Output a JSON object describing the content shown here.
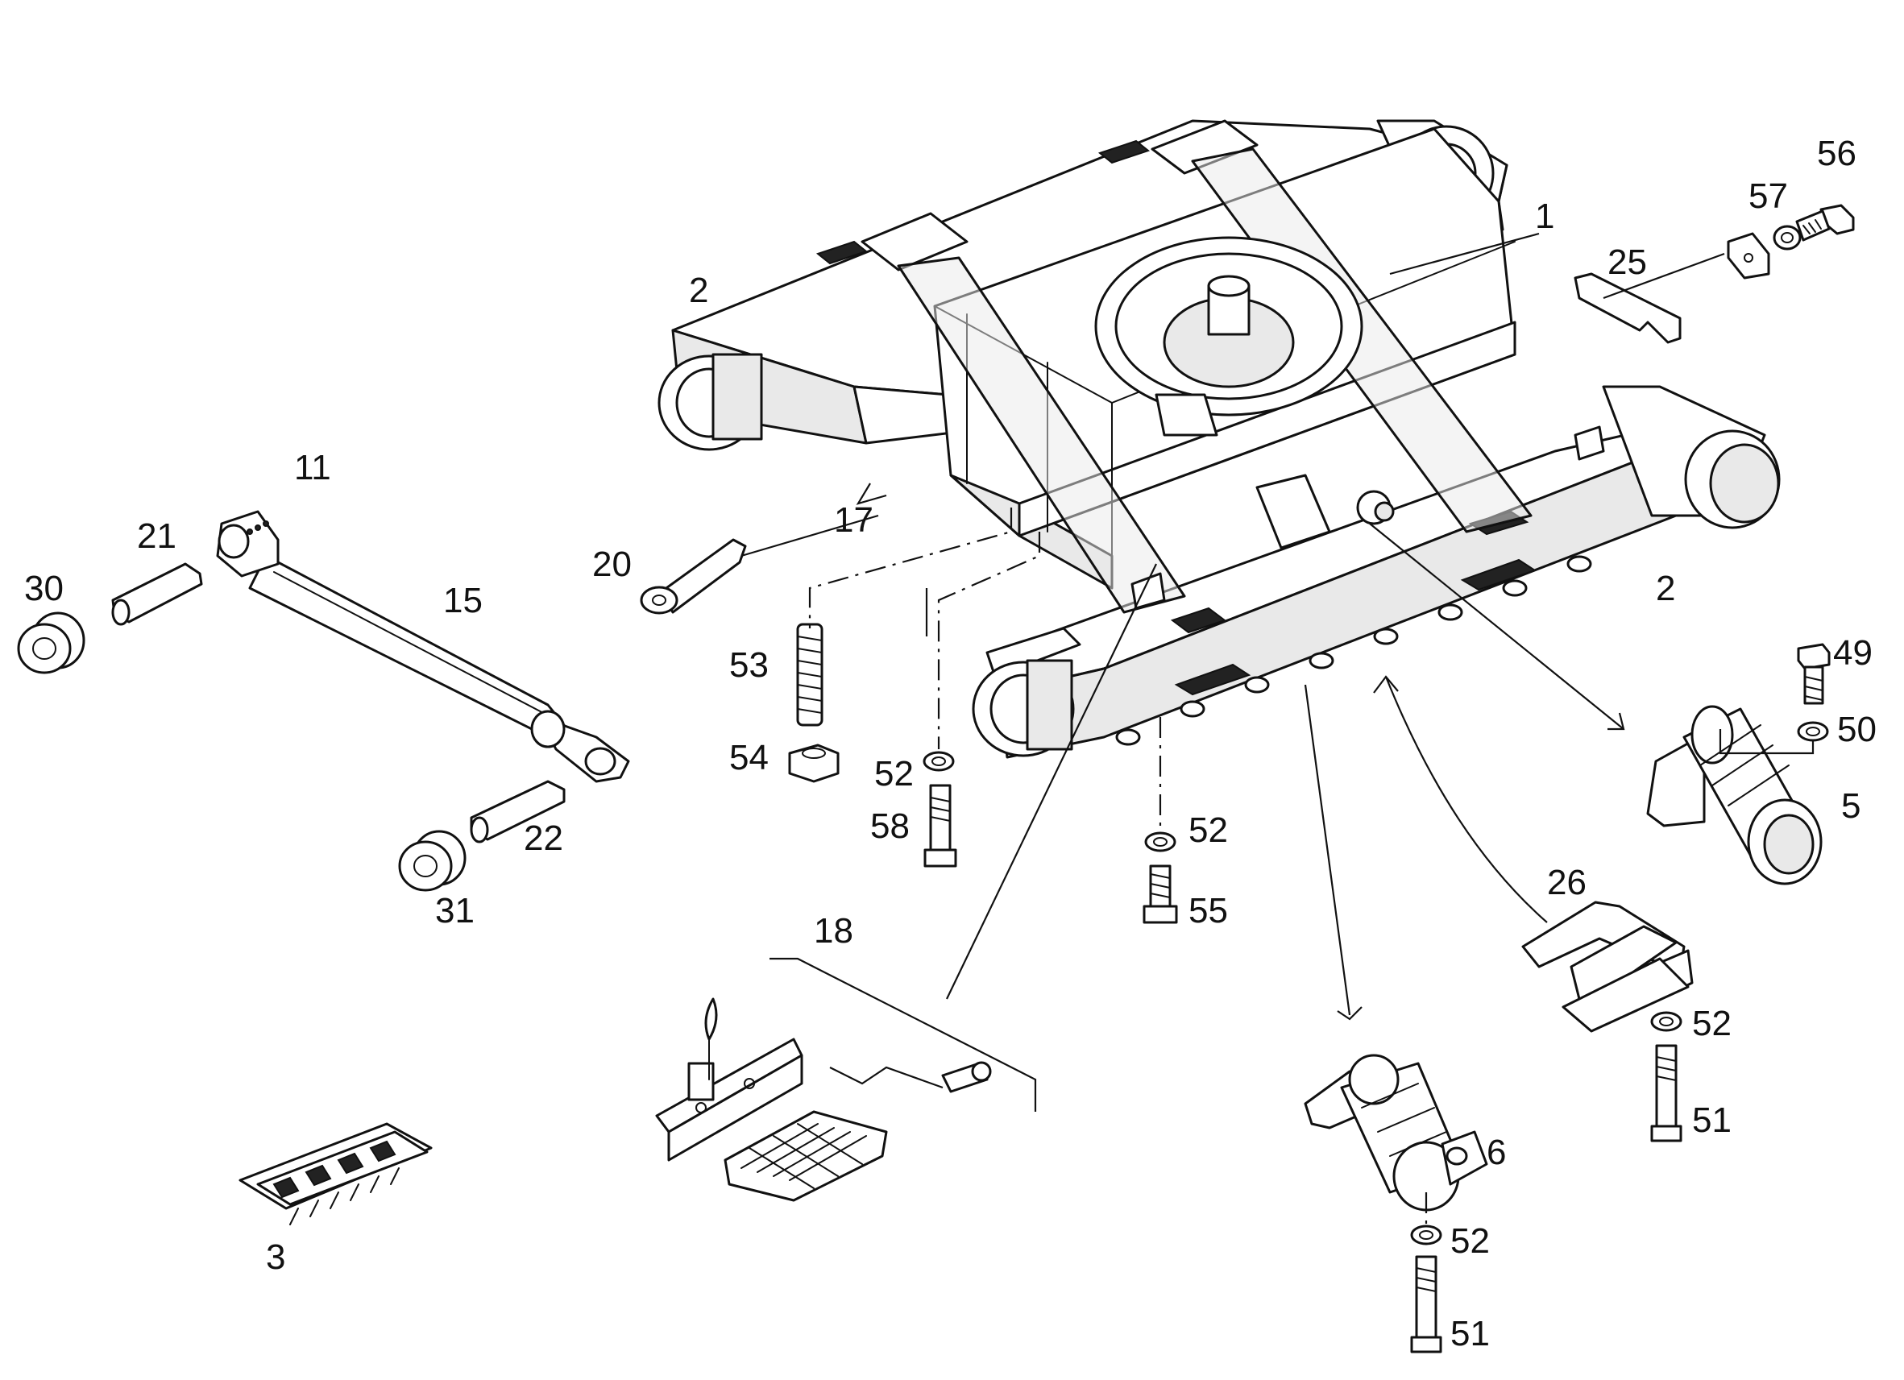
{
  "callouts": [
    {
      "id": "c1",
      "text": "1"
    },
    {
      "id": "c2a",
      "text": "2"
    },
    {
      "id": "c2b",
      "text": "2"
    },
    {
      "id": "c3",
      "text": "3"
    },
    {
      "id": "c5",
      "text": "5"
    },
    {
      "id": "c6",
      "text": "6"
    },
    {
      "id": "c11",
      "text": "11"
    },
    {
      "id": "c15",
      "text": "15"
    },
    {
      "id": "c17",
      "text": "17"
    },
    {
      "id": "c18",
      "text": "18"
    },
    {
      "id": "c20",
      "text": "20"
    },
    {
      "id": "c21",
      "text": "21"
    },
    {
      "id": "c22",
      "text": "22"
    },
    {
      "id": "c25",
      "text": "25"
    },
    {
      "id": "c26",
      "text": "26"
    },
    {
      "id": "c30",
      "text": "30"
    },
    {
      "id": "c31",
      "text": "31"
    },
    {
      "id": "c49",
      "text": "49"
    },
    {
      "id": "c50",
      "text": "50"
    },
    {
      "id": "c51a",
      "text": "51"
    },
    {
      "id": "c51b",
      "text": "51"
    },
    {
      "id": "c52a",
      "text": "52"
    },
    {
      "id": "c52b",
      "text": "52"
    },
    {
      "id": "c52c",
      "text": "52"
    },
    {
      "id": "c52d",
      "text": "52"
    },
    {
      "id": "c53",
      "text": "53"
    },
    {
      "id": "c54",
      "text": "54"
    },
    {
      "id": "c55",
      "text": "55"
    },
    {
      "id": "c56",
      "text": "56"
    },
    {
      "id": "c57",
      "text": "57"
    },
    {
      "id": "c58",
      "text": "58"
    }
  ],
  "colors": {
    "line": "#111111",
    "background": "#ffffff",
    "shade": "#e9e9e9"
  }
}
